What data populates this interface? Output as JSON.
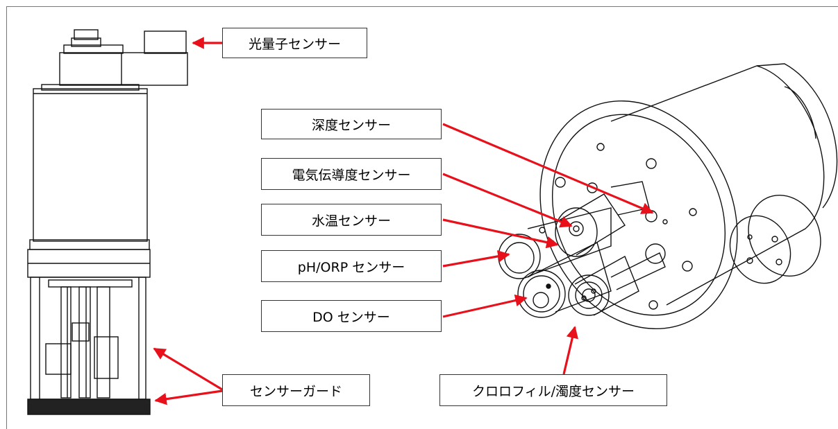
{
  "labels": {
    "quantum": "光量子センサー",
    "depth": "深度センサー",
    "conductivity": "電気伝導度センサー",
    "temperature": "水温センサー",
    "ph_orp": "pH/ORP センサー",
    "do": "DO センサー",
    "guard": "センサーガード",
    "chlorophyll": "クロロフィル/濁度センサー"
  },
  "colors": {
    "arrow": "#e8101a",
    "line": "#111111"
  }
}
